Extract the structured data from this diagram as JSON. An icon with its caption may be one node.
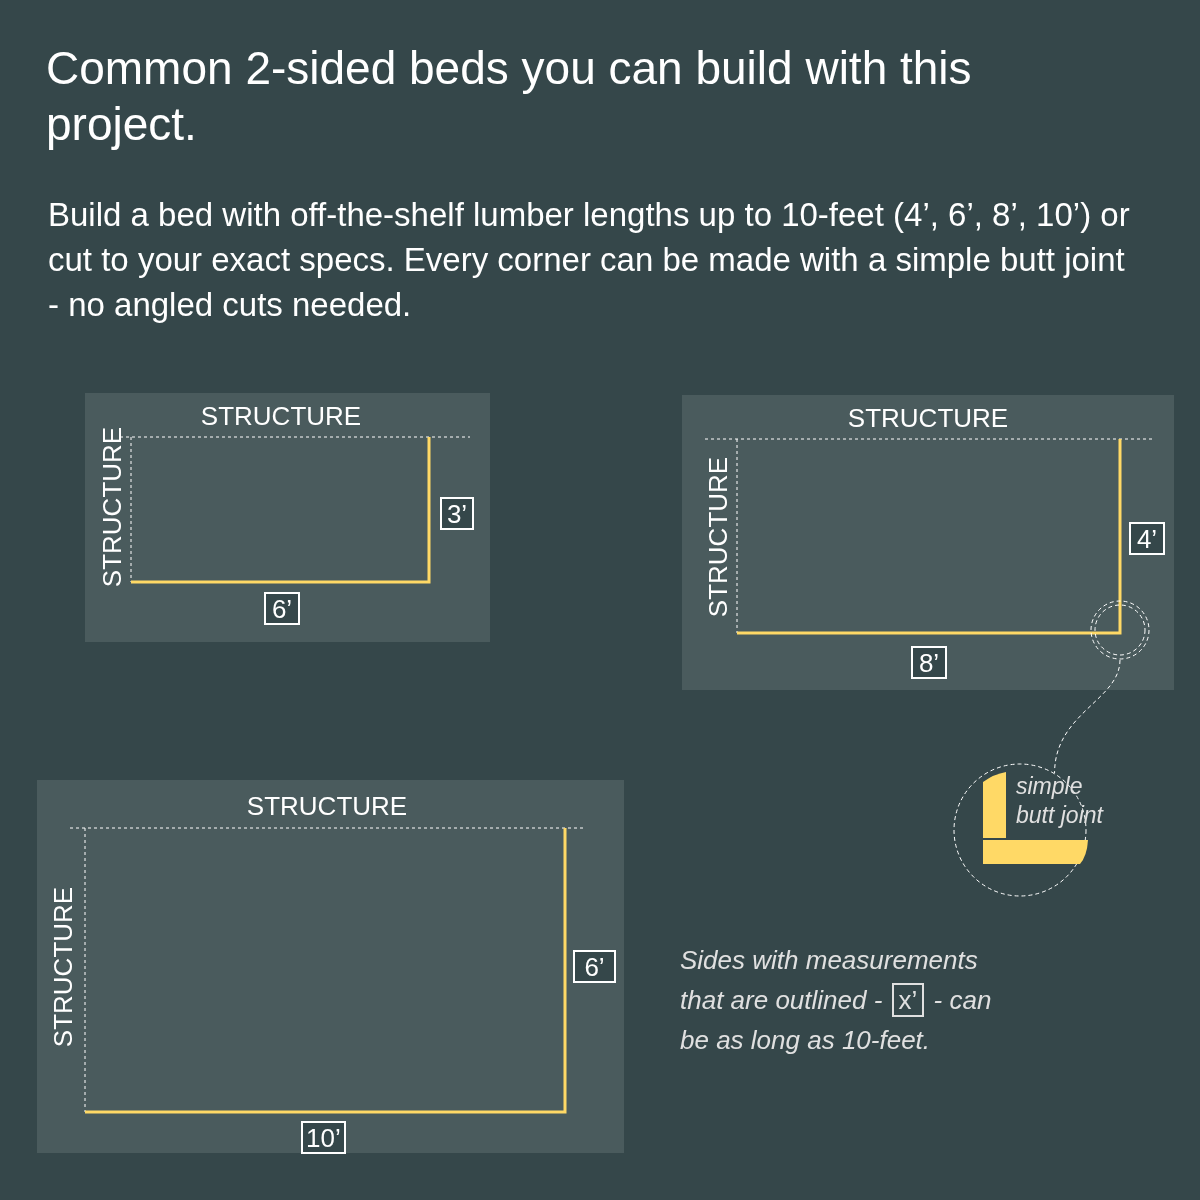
{
  "diagram": {
    "title": "Common 2-sided beds you can build with this project.",
    "nodes": [
      {
        "text": [
          "STRUCTURE",
          "STRUCTURE"
        ]
      },
      {
        "text": [
          "3’"
        ],
        "in": 0
      },
      {
        "text": [
          "6’"
        ],
        "in": 0
      },
      {
        "text": [
          "STRUCTURE",
          "STRUCTURE"
        ]
      },
      {
        "text": [
          "4’"
        ],
        "in": 3
      },
      {
        "text": [
          "8’"
        ],
        "in": 3
      },
      {
        "text": [],
        "shape": "circle",
        "in": 3
      },
      {
        "text": [
          "simple butt joint"
        ]
      },
      {
        "text": [
          "STRUCTURE",
          "STRUCTURE"
        ]
      },
      {
        "text": [
          "6’"
        ],
        "in": 8
      },
      {
        "text": [
          "10’"
        ],
        "in": 8
      }
    ],
    "edges": [
      {
        "from": 6,
        "to": 7,
        "arrow": "none",
        "style": "dashed"
      }
    ],
    "labels": [
      "Build a bed with off-the-shelf lumber lengths up to 10-feet (4’, 6’, 8’, 10’) or cut to your exact specs. Every corner can be made with a simple butt joint - no angled cuts needed.",
      "Sides with measurements that are outlined -",
      "x’",
      "- can be as long as 10-feet."
    ]
  }
}
